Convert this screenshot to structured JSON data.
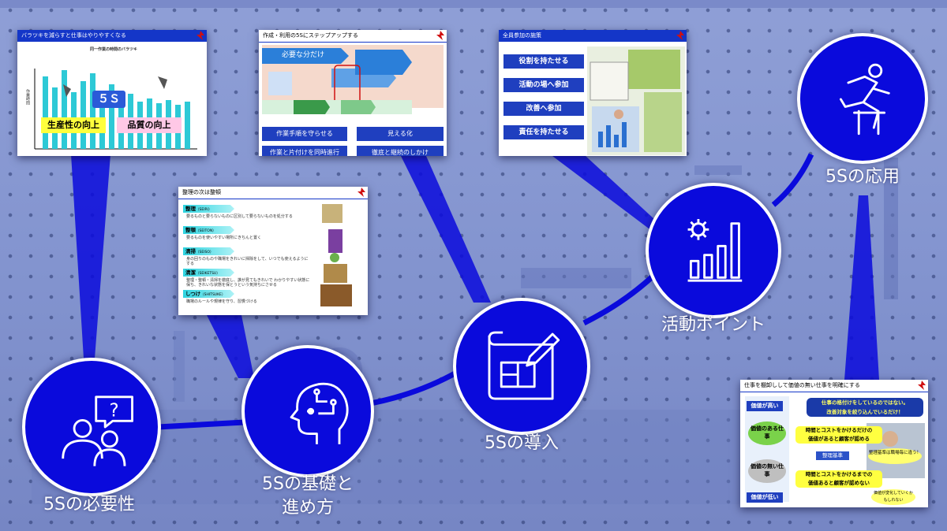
{
  "nodes": [
    {
      "id": "necessity",
      "label": "5Sの必要性",
      "icon": "people-question-icon"
    },
    {
      "id": "basics",
      "label_line1": "5Sの基礎と",
      "label_line2": "進め方",
      "icon": "brain-circuit-icon"
    },
    {
      "id": "introduction",
      "label": "5Sの導入",
      "icon": "blueprint-pencil-icon"
    },
    {
      "id": "activity",
      "label": "活動ポイント",
      "icon": "bar-chart-virus-icon"
    },
    {
      "id": "application",
      "label": "5Sの応用",
      "icon": "hurdle-runner-icon"
    }
  ],
  "slides": {
    "variance": {
      "title": "バラツキを減らすと仕事はやりやすくなる",
      "chart_title": "同一作業の時間のバラツキ",
      "y_label": "作業時間",
      "badge": "５Ｓ",
      "box1": "生産性の向上",
      "box2": "品質の向上"
    },
    "steps": {
      "title": "作成・利用の5Sにステップアップする",
      "arrow1": "必要な分だけ",
      "btn1": "作業手順を守らせる",
      "btn2": "見える化",
      "btn3": "作業と片付けを同時進行",
      "btn4": "徹底と継続のしかけ"
    },
    "participation": {
      "title": "全員参加の施策",
      "btn1": "役割を持たせる",
      "btn2": "活動の場へ参加",
      "btn3": "改善へ参加",
      "btn4": "責任を持たせる"
    },
    "seiton": {
      "title": "整理の次は整頓",
      "items": [
        {
          "head": "整理",
          "romaji": "（SEIRI）",
          "desc": "要るものと要らないものに区別して要らないものを処分する"
        },
        {
          "head": "整頓",
          "romaji": "（SEITON）",
          "desc": "要るものを使いやすい場所にきちんと置く"
        },
        {
          "head": "清掃",
          "romaji": "（SEISO）",
          "desc": "身の回りのものや職場をきれいに掃除をして、いつでも使えるようにする"
        },
        {
          "head": "清潔",
          "romaji": "（SEIKETSU）",
          "desc": "整理・整頓・清掃を徹底し、誰が見てもきれいで わかりやすい状態に保ち、きれいな状態を保とうという気持ちにさせる"
        },
        {
          "head": "しつけ",
          "romaji": "（SHITSUKE）",
          "desc": "職場のルールや規律を守り、習慣づける"
        }
      ]
    },
    "value": {
      "title": "仕事を棚卸しして価値の無い仕事を明確にする",
      "high": "価値が高い",
      "valuable_work": "価値のある仕事",
      "valueless_work": "価値の無い仕事",
      "low": "価値が低い",
      "callout1_l1": "仕事の格付けをしているのではない。",
      "callout1_l2": "改善対象を絞り込んでいるだけ！",
      "callout2_l1": "時間とコストをかけるだけの",
      "callout2_l2": "価値があると顧客が認める",
      "tag": "整理基準",
      "bubble1": "整理基準は職場毎に違う！",
      "callout3_l1": "時間とコストをかけるまでの",
      "callout3_l2": "価値あると顧客が認めない",
      "bubble2": "価値が変化していくかもしれない"
    }
  }
}
